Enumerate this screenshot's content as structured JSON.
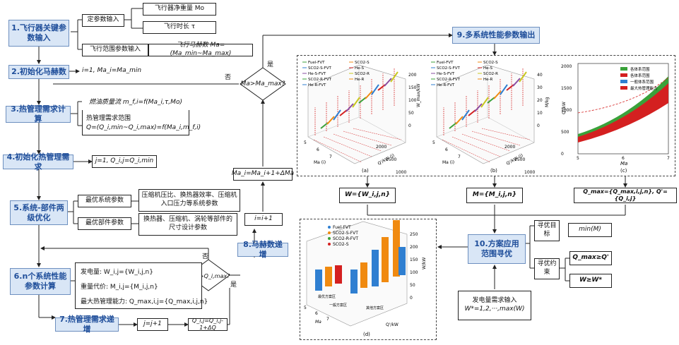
{
  "steps": {
    "s1": "1.飞行器关键参数输入",
    "s2": "2.初始化马赫数",
    "s3": "3.热管理需求计算",
    "s4": "4.初始化热管理需求",
    "s5": "5.系统-部件两级优化",
    "s6": "6.n个系统性能参数计算",
    "s7": "7.热管理需求递增",
    "s8": "8.马赫数递增",
    "s9": "9.多系统性能参数输出",
    "s10": "10.方案应用范围寻优"
  },
  "inputs": {
    "fixed": "定参数输入",
    "net_weight": "飞行器净重量 Mo",
    "flight_time": "飞行时长 τ",
    "range": "飞行范围参数输入",
    "mach_range": "飞行马赫数 Ma=(Ma_min~Ma_max)"
  },
  "eq": {
    "init_ma": "i=1, Ma_i=Ma_min",
    "fuel_flow": "燃油质量流 m_f,i=f(Ma_i,τ,Mo)",
    "heat_range_title": "热管理需求范围",
    "heat_range": "Q=(Q_i,min~Q_i,max)=f(Ma_i,m_f,i)",
    "init_q": "j=1, Q_i,j=Q_i,min",
    "ma_incr": "Ma_i=Ma_i+1+ΔMa",
    "i_incr": "i=i+1",
    "j_incr": "j=j+1",
    "q_incr": "Q_i,j=Q_i,j-1+ΔQ",
    "w_set": "W={W_i,j,n}",
    "m_set": "M={M_i,j,n}",
    "q_set": "Q_max={Q_max,i,j,n}, Q'={Q_i,j}"
  },
  "decisions": {
    "ma_check": "Ma>Ma_max?",
    "q_check": "Q_i,j>Q_i,max?",
    "yes": "是",
    "no": "否"
  },
  "opt": {
    "sys_params": "最优系统参数",
    "sys_desc": "压缩机压比、换热器效率、压缩机入口压力等系统参数",
    "comp_params": "最优部件参数",
    "comp_desc": "换热器、压缩机、涡轮等部件的尺寸设计参数"
  },
  "perf": {
    "power": "发电量: W_i,j={W_i,j,n}",
    "weight": "重量代价: M_i,j={M_i,j,n}",
    "heat": "最大热管理能力: Q_max,i,j={Q_max,i,j,n}"
  },
  "search": {
    "target": "寻优目标",
    "target_eq": "min(M)",
    "constraint": "寻优约束",
    "c1": "Q_max≥Q'",
    "c2": "W≥W*",
    "demand_title": "发电量需求输入",
    "demand_eq": "W*=1,2,···,max(W)"
  },
  "charts": {
    "a_label": "(a)",
    "b_label": "(b)",
    "c_label": "(c)",
    "d_label": "(d)",
    "legend_ab": [
      "Fuel-FVT",
      "SCO2-S",
      "SCO2-S-FVT",
      "He-S",
      "He-S-FVT",
      "SCO2-R",
      "SCO2-R-FVT",
      "He-R",
      "He-R-FVT"
    ],
    "legend_c": [
      "各体系范围",
      "各体系范围",
      "一般体系范围",
      "最大热管理能力"
    ],
    "legend_d": [
      "Fuel-FVT",
      "SCO2-S-FVT",
      "SCO2-R-FVT",
      "SCO2-S"
    ],
    "a_zlabel": "W_max/kW",
    "b_zlabel": "M/kg",
    "c_ylabel": "Q'/kW",
    "c_xlabel": "Ma",
    "ax_ma": "Ma (i)",
    "ax_q": "Q'/kW (j)",
    "d_ma": "Ma",
    "d_q": "Q'/kW",
    "d_z": "W/kW",
    "d_ann1": "最优方案区",
    "d_ann2": "一般方案区",
    "d_ann3": "其他方案区",
    "ticks_q": [
      "500",
      "1000",
      "1500",
      "2000"
    ],
    "ticks_ma": [
      "5",
      "6",
      "7"
    ],
    "c_yticks": [
      "2000",
      "1500",
      "1000",
      "500",
      "0"
    ],
    "c_xticks": [
      "5",
      "6",
      "7"
    ],
    "a_zticks": [
      "200",
      "150",
      "100",
      "50",
      "0"
    ],
    "b_zticks": [
      "40",
      "30",
      "20",
      "10",
      "0"
    ],
    "d_zticks": [
      "250",
      "200",
      "150",
      "100",
      "50",
      "0"
    ]
  },
  "colors": {
    "step_fill": "#d9e6f6",
    "step_text": "#1f4e9a",
    "green": "#3aa23a",
    "orange": "#f08a10",
    "blue": "#2f7fd1",
    "red": "#d42020"
  }
}
